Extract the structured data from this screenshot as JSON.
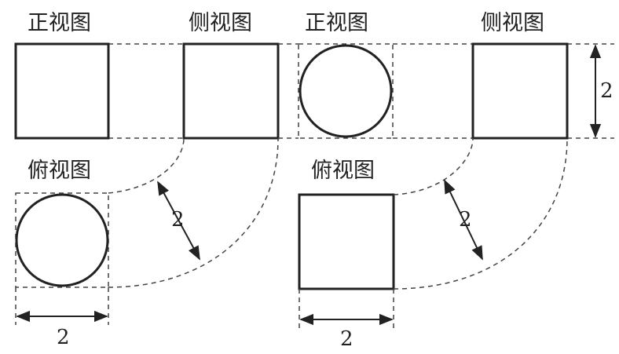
{
  "views": {
    "front": "正视图",
    "side": "侧视图",
    "top": "俯视图"
  },
  "dimensions": {
    "height": "2",
    "top_view_width_left": "2",
    "top_view_width_right": "2",
    "offset_left": "2",
    "offset_right": "2"
  }
}
